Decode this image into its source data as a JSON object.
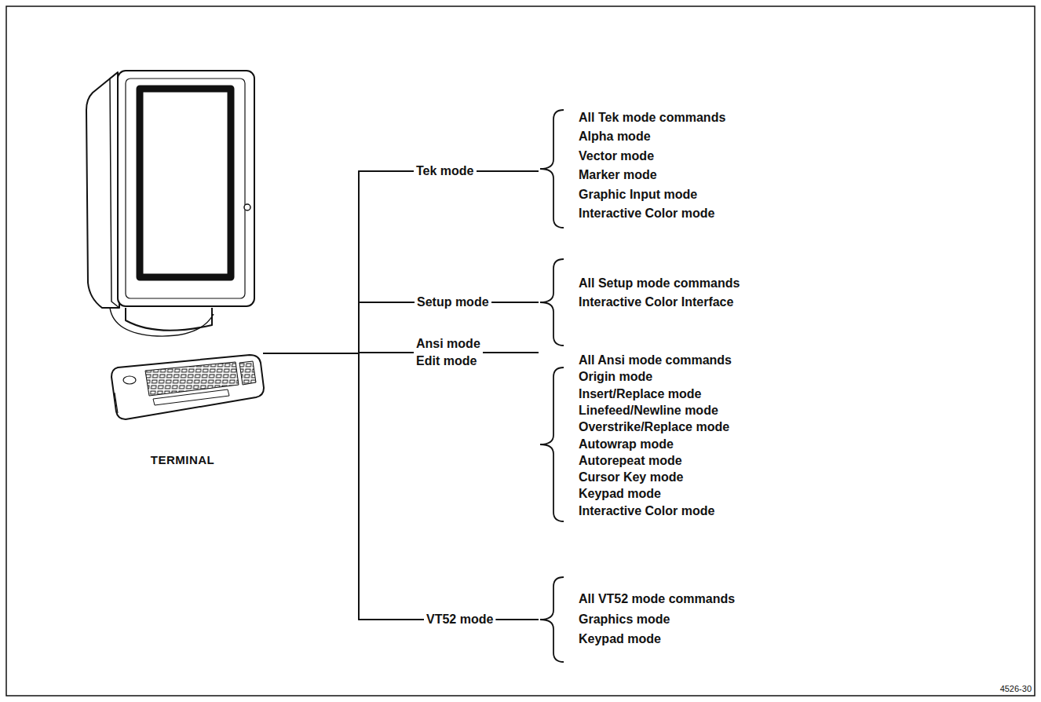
{
  "diagram": {
    "nodes": [
      {
        "text": [
          "TERMINAL"
        ]
      },
      {
        "text": [
          "Tek mode"
        ]
      },
      {
        "text": [
          "Setup mode"
        ]
      },
      {
        "text": [
          "Ansi mode",
          "Edit mode"
        ]
      },
      {
        "text": [
          "VT52 mode"
        ]
      }
    ],
    "edges": [
      {
        "from": 0,
        "to": 1,
        "arrow": "none"
      },
      {
        "from": 0,
        "to": 2,
        "arrow": "none"
      },
      {
        "from": 0,
        "to": 3,
        "arrow": "none"
      },
      {
        "from": 0,
        "to": 4,
        "arrow": "none"
      }
    ],
    "labels": [
      "All Tek mode commands",
      "Alpha mode",
      "Vector mode",
      "Marker mode",
      "Graphic Input mode",
      "Interactive Color mode",
      "All Setup mode commands",
      "Interactive Color Interface",
      "All Ansi mode commands",
      "Origin mode",
      "Insert/Replace mode",
      "Linefeed/Newline mode",
      "Overstrike/Replace mode",
      "Autowrap mode",
      "Autorepeat mode",
      "Cursor Key mode",
      "Keypad mode",
      "Interactive Color mode",
      "All VT52 mode commands",
      "Graphics mode",
      "Keypad mode",
      "4526-30"
    ]
  }
}
